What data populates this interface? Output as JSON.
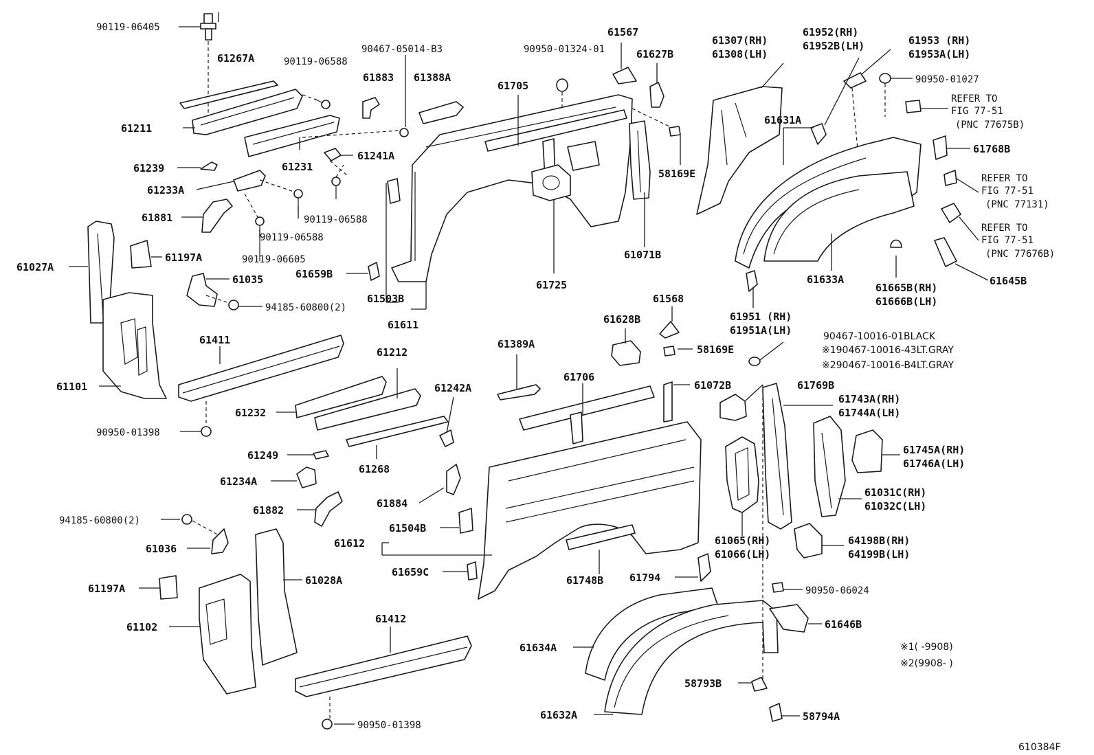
{
  "diagram": {
    "figure_id": "610384F",
    "notes": {
      "n1": "※1(   -9908)",
      "n2": "※2(9908-   )"
    },
    "parts": {
      "p90119_06405": "90119-06405",
      "p61267A": "61267A",
      "p90119_06588_a": "90119-06588",
      "p90467_05014": "90467-05014-B3",
      "p61883": "61883",
      "p61211": "61211",
      "p61231": "61231",
      "p61241A": "61241A",
      "p61239": "61239",
      "p61233A": "61233A",
      "p90119_06588_b": "90119-06588",
      "p90119_06588_c": "90119-06588",
      "p61881": "61881",
      "p90119_06605": "90119-06605",
      "p61197A_a": "61197A",
      "p61027A": "61027A",
      "p61035": "61035",
      "p94185_a": "94185-60800(2)",
      "p61101": "61101",
      "p61411": "61411",
      "p90950_01398_a": "90950-01398",
      "p61388A": "61388A",
      "p90950_01324": "90950-01324-01",
      "p61567": "61567",
      "p61627B": "61627B",
      "p61705": "61705",
      "p58169E_a": "58169E",
      "p61071B": "61071B",
      "p61725": "61725",
      "p61659B": "61659B",
      "p61503B": "61503B",
      "p61611": "61611",
      "p61307": "61307(RH)",
      "p61308": "61308(LH)",
      "p61952": "61952(RH)",
      "p61952B": "61952B(LH)",
      "p61953": "61953 (RH)",
      "p61953A": "61953A(LH)",
      "p90950_01027": "90950-01027",
      "ref1a": "REFER TO",
      "ref1b": "FIG 77-51",
      "ref1c": "(PNC 77675B)",
      "p61768B": "61768B",
      "ref2a": "REFER TO",
      "ref2b": "FIG 77-51",
      "ref2c": "(PNC 77131)",
      "ref3a": "REFER TO",
      "ref3b": "FIG 77-51",
      "ref3c": "(PNC 77676B)",
      "p61631A": "61631A",
      "p61633A": "61633A",
      "p61665B": "61665B(RH)",
      "p61666B": "61666B(LH)",
      "p61645B": "61645B",
      "p61951": "61951 (RH)",
      "p61951A": "61951A(LH)",
      "p61212": "61212",
      "p61232": "61232",
      "p61242A": "61242A",
      "p61268": "61268",
      "p61249": "61249",
      "p61234A": "61234A",
      "p61882": "61882",
      "p94185_b": "94185-60800(2)",
      "p61036": "61036",
      "p61197A_b": "61197A",
      "p61028A": "61028A",
      "p61102": "61102",
      "p61412": "61412",
      "p90950_01398_b": "90950-01398",
      "p61389A": "61389A",
      "p61884": "61884",
      "p61706": "61706",
      "p61628B": "61628B",
      "p61568": "61568",
      "p58169E_b": "58169E",
      "p61072B": "61072B",
      "p61504B": "61504B",
      "p61612": "61612",
      "p61659C": "61659C",
      "p61748B": "61748B",
      "p61794": "61794",
      "p61634A": "61634A",
      "p61632A": "61632A",
      "p58793B": "58793B",
      "p58794A": "58794A",
      "p90950_06024": "90950-06024",
      "p61646B": "61646B",
      "p90467_01": "90467-10016-01BLACK",
      "p90467_43": "※190467-10016-43LT.GRAY",
      "p90467_B4": "※290467-10016-B4LT.GRAY",
      "p61769B": "61769B",
      "p61743A": "61743A(RH)",
      "p61744A": "61744A(LH)",
      "p61745A": "61745A(RH)",
      "p61746A": "61746A(LH)",
      "p61031C": "61031C(RH)",
      "p61032C": "61032C(LH)",
      "p61065": "61065(RH)",
      "p61066": "61066(LH)",
      "p64198B": "64198B(RH)",
      "p64199B": "64199B(LH)"
    }
  }
}
